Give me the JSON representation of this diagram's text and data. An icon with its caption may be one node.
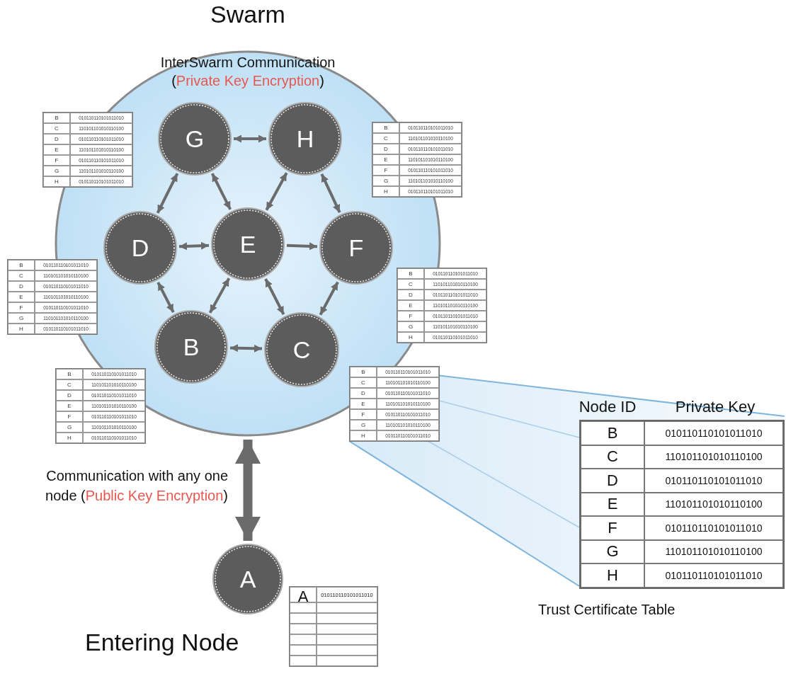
{
  "diagram": {
    "nodes": [
      {
        "text": [
          "Swarm",
          "InterSwarm Communication",
          "(Private Key Encryption)"
        ]
      },
      {
        "text": [
          "G"
        ],
        "in": 0
      },
      {
        "text": [
          "H"
        ],
        "in": 0
      },
      {
        "text": [
          "D"
        ],
        "in": 0
      },
      {
        "text": [
          "E"
        ],
        "in": 0
      },
      {
        "text": [
          "F"
        ],
        "in": 0
      },
      {
        "text": [
          "B"
        ],
        "in": 0
      },
      {
        "text": [
          "C"
        ],
        "in": 0
      },
      {
        "text": [
          "A"
        ],
        "beside": [
          "Entering Node"
        ]
      }
    ],
    "edges": [
      {
        "from": 1,
        "to": 2,
        "arrow": "both"
      },
      {
        "from": 1,
        "to": 3,
        "arrow": "both"
      },
      {
        "from": 1,
        "to": 4,
        "arrow": "both"
      },
      {
        "from": 2,
        "to": 4,
        "arrow": "both"
      },
      {
        "from": 2,
        "to": 5,
        "arrow": "both"
      },
      {
        "from": 3,
        "to": 4,
        "arrow": "both"
      },
      {
        "from": 4,
        "to": 5,
        "arrow": "to"
      },
      {
        "from": 3,
        "to": 6,
        "arrow": "both"
      },
      {
        "from": 4,
        "to": 6,
        "arrow": "both"
      },
      {
        "from": 4,
        "to": 7,
        "arrow": "both"
      },
      {
        "from": 5,
        "to": 7,
        "arrow": "both"
      },
      {
        "from": 6,
        "to": 7,
        "arrow": "both"
      },
      {
        "from": 0,
        "to": 8,
        "arrow": "both",
        "style": "thick",
        "label": "Communication with any one node (Public Key Encryption)"
      }
    ],
    "labels": [
      "B",
      "010110110101011010",
      "C",
      "110101101010110100",
      "D",
      "010110110101011010",
      "E",
      "110101101010110100",
      "F",
      "010110110101011010",
      "G",
      "110101101010110100",
      "H",
      "010110110101011010",
      "B",
      "010110110101011010",
      "C",
      "110101101010110100",
      "D",
      "010110110101011010",
      "E",
      "110101101010110100",
      "F",
      "010110110101011010",
      "G",
      "110101101010110100",
      "H",
      "010110110101011010",
      "B",
      "010110110101011010",
      "C",
      "110101101010110100",
      "D",
      "010110110101011010",
      "E",
      "110101101010110100",
      "F",
      "010110110101011010",
      "G",
      "110101101010110100",
      "H",
      "010110110101011010",
      "B",
      "010110110101011010",
      "C",
      "110101101010110100",
      "D",
      "010110110101011010",
      "E",
      "110101101010110100",
      "F",
      "010110110101011010",
      "G",
      "110101101010110100",
      "H",
      "010110110101011010",
      "B",
      "010110110101011010",
      "C",
      "110101101010110100",
      "D",
      "010110110101011010",
      "E",
      "110101101010110100",
      "F",
      "010110110101011010",
      "G",
      "110101101010110100",
      "H",
      "010110110101011010",
      "B",
      "010110110101011010",
      "C",
      "110101101010110100",
      "D",
      "010110110101011010",
      "E",
      "110101101010110100",
      "F",
      "010110110101011010",
      "G",
      "110101101010110100",
      "H",
      "010110110101011010",
      "Node ID",
      "Private Key",
      "B",
      "010110110101011010",
      "C",
      "110101101010110100",
      "D",
      "010110110101011010",
      "E",
      "110101101010110100",
      "F",
      "010110110101011010",
      "G",
      "110101101010110100",
      "H",
      "010110110101011010",
      "Trust Certificate Table",
      "A",
      "010110110101011010"
    ]
  }
}
